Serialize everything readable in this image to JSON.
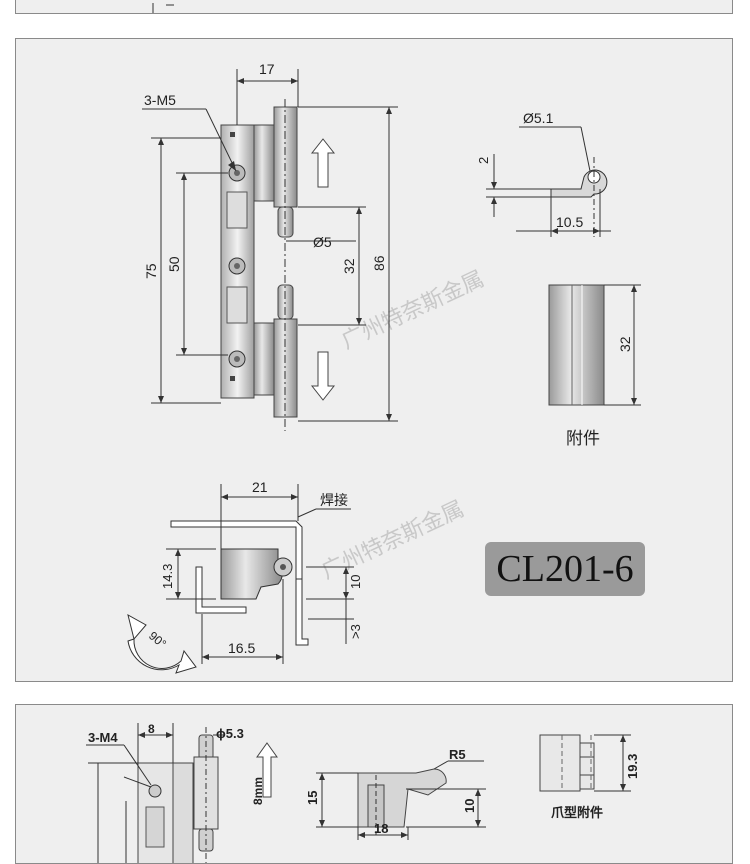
{
  "diagram1": {
    "screw_label": "3-M5",
    "dim_width": "17",
    "dim_pin": "Ø5",
    "dim_total": "86",
    "dim_75": "75",
    "dim_50": "50",
    "dim_32": "32",
    "dim_hole": "Ø5.1",
    "dim_2": "2",
    "dim_10_5": "10.5",
    "dim_part_32": "32",
    "accessory_label": "附件",
    "dim_21": "21",
    "weld_label": "焊接",
    "dim_14_3": "14.3",
    "dim_10": "10",
    "dim_gt3": ">3",
    "dim_16_5": "16.5",
    "angle_label": "90°",
    "model": "CL201-6",
    "watermark": "广州特奈斯金属"
  },
  "diagram2": {
    "screw_label": "3-M4",
    "dim_8": "8",
    "dim_pin": "ϕ5.3",
    "dim_8mm": "8mm",
    "dim_r5": "R5",
    "dim_15": "15",
    "dim_10": "10",
    "dim_18": "18",
    "dim_19_3": "19.3",
    "claw_label": "爪型附件"
  },
  "colors": {
    "panel_bg": "#efefef",
    "line": "#333333",
    "badge_bg": "#9a9a9a"
  }
}
